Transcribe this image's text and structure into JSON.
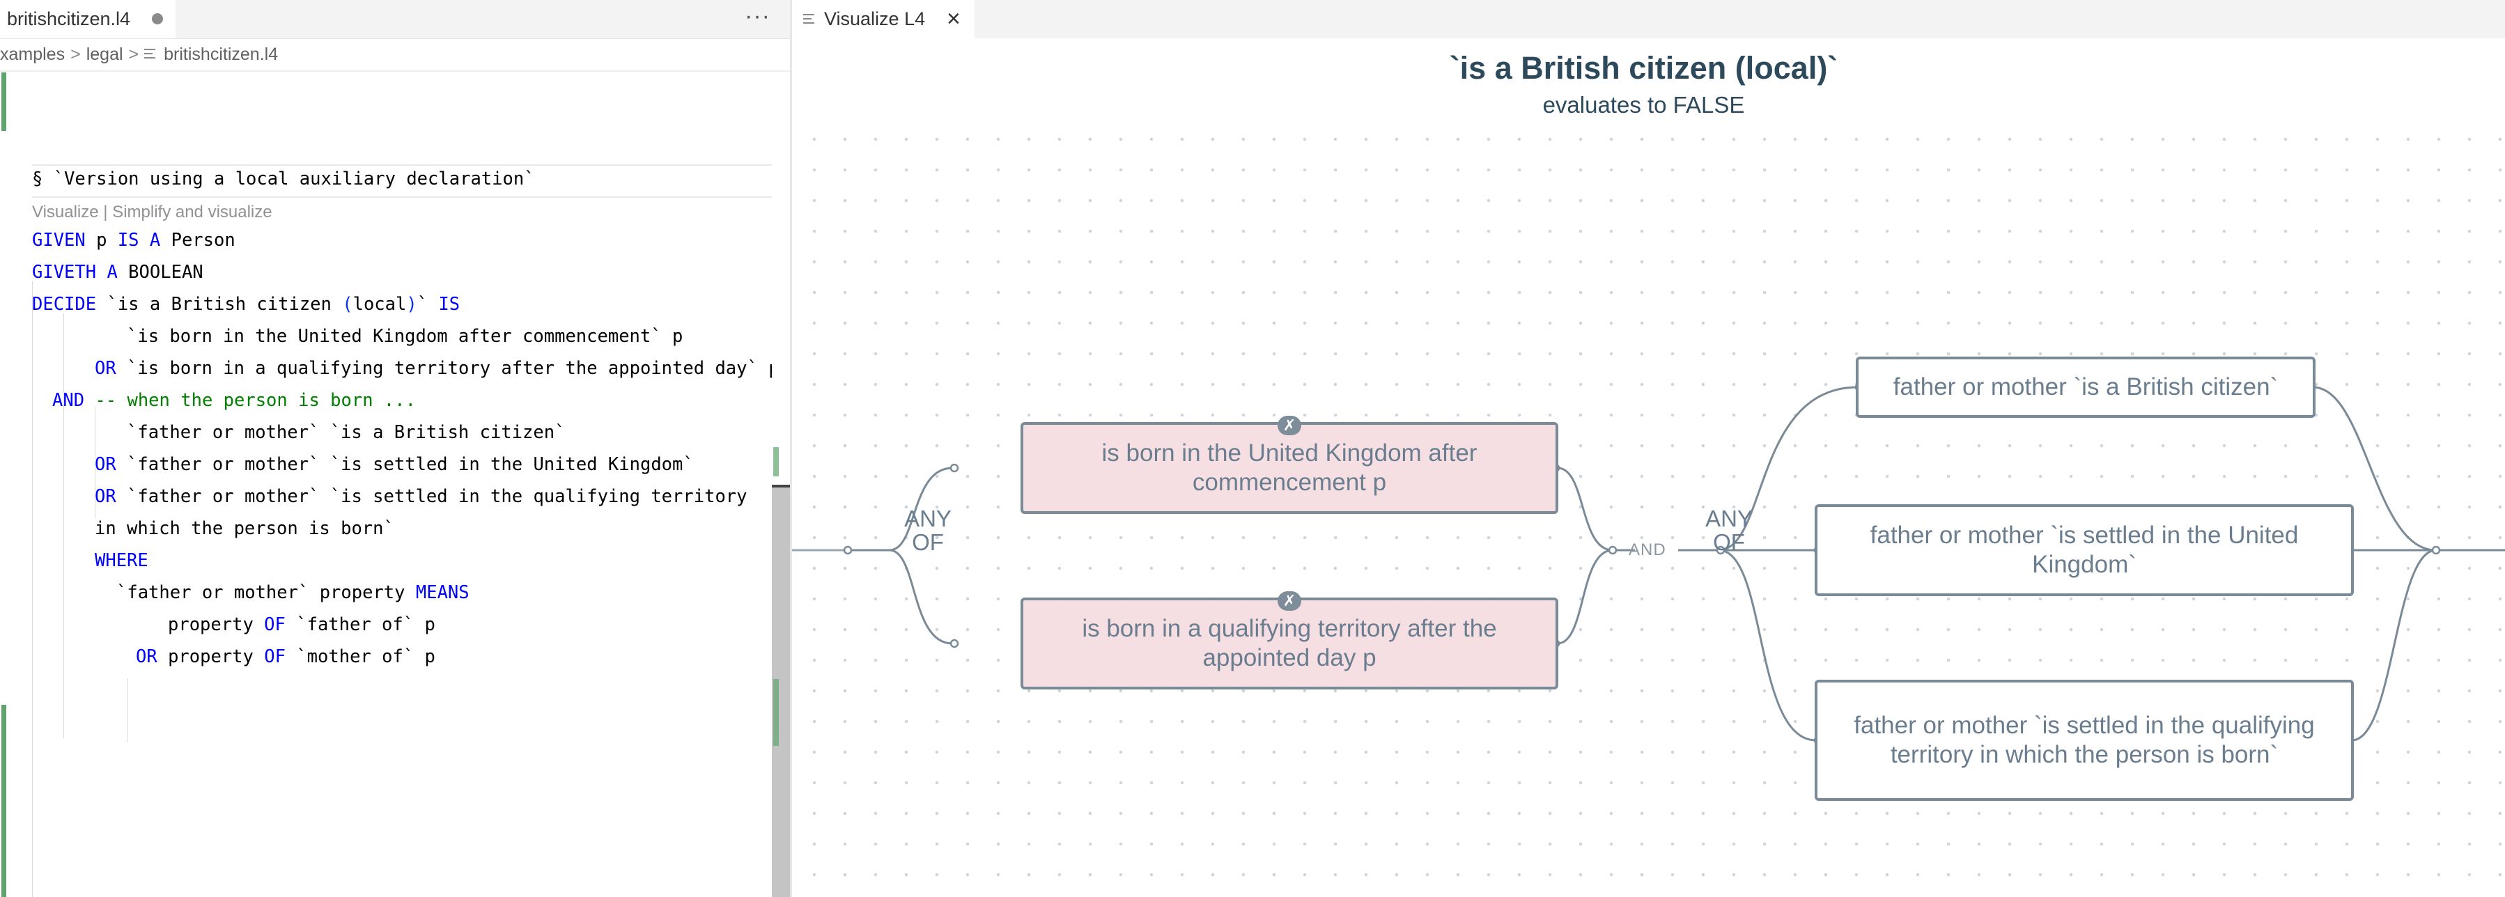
{
  "editor": {
    "tab_label": "britishcitizen.l4",
    "more_actions_label": "···",
    "breadcrumb": [
      "xamples",
      "legal",
      "britishcitizen.l4"
    ],
    "codelens": "Visualize | Simplify and visualize",
    "lines": {
      "heading": "§ `Version using a local auxiliary declaration`",
      "l1_kw1": "GIVEN",
      "l1_t1": " p ",
      "l1_kw2": "IS A",
      "l1_t2": " Person",
      "l2_kw1": "GIVETH A",
      "l2_t1": " BOOLEAN",
      "l3_kw1": "DECIDE",
      "l3_t1": " `is a British citizen ",
      "l3_p1": "(",
      "l3_t2": "local",
      "l3_p2": ")",
      "l3_t3": "` ",
      "l3_kw2": "IS",
      "l4_t1": "`is born in the United Kingdom after commencement` p",
      "l5_kw1": "OR",
      "l5_t1": " `is born in a qualifying territory after the appointed day` p",
      "l6_kw1": "AND",
      "l6_cm": " -- when the person is born ...",
      "l7_t1": "`father or mother` `is a British citizen`",
      "l8_kw1": "OR",
      "l8_t1": " `father or mother` `is settled in the United Kingdom`",
      "l9_kw1": "OR",
      "l9_t1": " `father or mother` `is settled in the qualifying territory",
      "l10_t1": "in which the person is born`",
      "l11_kw1": "WHERE",
      "l12_t1": "`father or mother` property ",
      "l12_kw1": "MEANS",
      "l13_t1": "property ",
      "l13_kw1": "OF",
      "l13_t2": " `father of` p",
      "l14_kw1": "OR",
      "l14_t1": " property ",
      "l14_kw2": "OF",
      "l14_t2": " `mother of` p"
    }
  },
  "visualizer": {
    "tab_label": "Visualize L4",
    "close_icon": "×",
    "title": "`is a British citizen (local)`",
    "subtitle": "evaluates to FALSE",
    "gate1_label": "ANY OF",
    "gate2_label": "ANY OF",
    "and_label": "AND",
    "badge_glyph": "✗",
    "nodes": {
      "born_uk": "is born in the United Kingdom after commencement p",
      "born_territory": "is born in a qualifying territory after the appointed day p",
      "parent_citizen": "father or mother `is a British citizen`",
      "parent_settled_uk": "father or mother `is settled in the United Kingdom`",
      "parent_settled_territory": "father or mother `is settled in the qualifying territory in which the person is born`"
    },
    "colors": {
      "false_fill": "#f6dfe3",
      "node_border": "#7a8a97",
      "title": "#2d4a5c",
      "text": "#6a7d8f"
    }
  }
}
